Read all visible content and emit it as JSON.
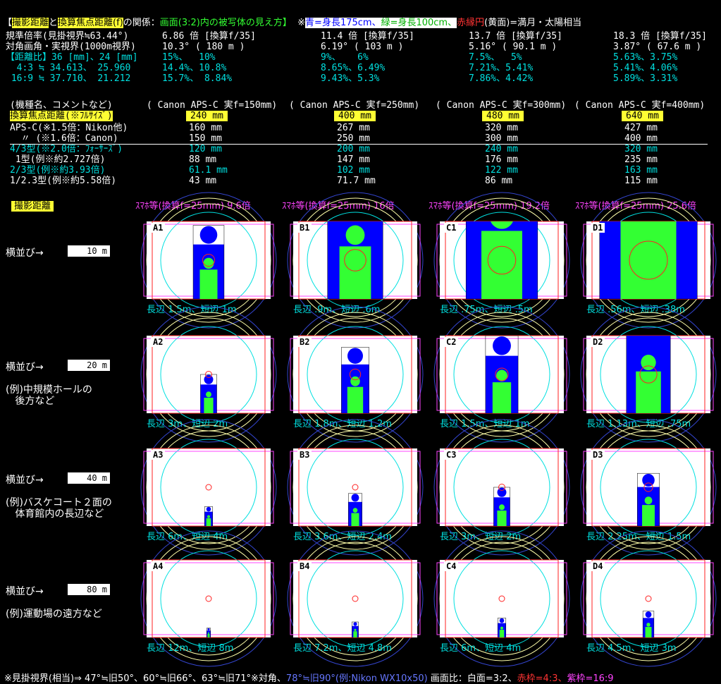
{
  "header": {
    "part1": "【",
    "shoot_dist": "撮影距離",
    "and": "と",
    "conv_focal": "換算焦点距離(f)",
    "rel": "の関係：",
    "note_green": "画面(3:2)内の被写体の見え方】",
    "ref": "※",
    "blue_note": "青=身長175cm、",
    "green_note": "緑=身長100cm、",
    "red_note": "赤縁円",
    "yellow_note": "(黄面)=満月・太陽相当"
  },
  "stats": {
    "rows": [
      {
        "label": "規準倍率(見掛視界≒63.44°)",
        "vals": [
          "6.86 倍 [換算f/35]",
          "11.4 倍 [換算f/35]",
          "13.7 倍 [換算f/35]",
          "18.3 倍 [換算f/35]"
        ]
      },
      {
        "label": "対角画角・実視界(1000m視界)",
        "vals": [
          "10.3° ( 180 m )",
          "6.19° ( 103 m )",
          "5.16° ( 90.1 m )",
          "3.87° ( 67.6 m )"
        ]
      },
      {
        "label": "【距離比】36 [mm]、24 [mm]",
        "vals": [
          "15%、  10%",
          "9%、   6%",
          "7.5%、  5%",
          "5.63%、3.75%"
        ]
      },
      {
        "label": "  4:3 ≒ 34.613、 25.960",
        "vals": [
          "14.4%、10.8%",
          "8.65%、6.49%",
          "7.21%、5.41%",
          "5.41%、4.06%"
        ]
      },
      {
        "label": " 16:9 ≒ 37.710、 21.212",
        "vals": [
          "15.7%、 8.84%",
          "9.43%、5.3%",
          "7.86%、4.42%",
          "5.89%、3.31%"
        ]
      }
    ]
  },
  "models": {
    "header_label": "(機種名、コメントなど)",
    "cols": [
      "( Canon APS-C 実f=150mm)",
      "( Canon APS-C 実f=250mm)",
      "( Canon APS-C 実f=300mm)",
      "( Canon APS-C 実f=400mm)"
    ],
    "conv_label": "換算焦点距離(※ﾌﾙｻｲｽﾞ)",
    "conv_vals": [
      "240 mm",
      "400 mm",
      "480 mm",
      "640 mm"
    ],
    "sensor_rows": [
      {
        "label": "APS-C(※1.5倍：Nikon他)",
        "vals": [
          "160 mm",
          "267 mm",
          "320 mm",
          "427 mm"
        ],
        "color": "white"
      },
      {
        "label": "  〃 (※1.6倍：Canon)",
        "vals": [
          "150 mm",
          "250 mm",
          "300 mm",
          "400 mm"
        ],
        "color": "white"
      },
      {
        "label": "4/3型(※2.0倍：ﾌｫｰｻｰｽﾞ)",
        "vals": [
          "120 mm",
          "200 mm",
          "240 mm",
          "320 mm"
        ],
        "color": "cyan"
      },
      {
        "label": " 1型(例※約2.727倍)",
        "vals": [
          "88 mm",
          "147 mm",
          "176 mm",
          "235 mm"
        ],
        "color": "white"
      },
      {
        "label": "2/3型(例※約3.93倍)",
        "vals": [
          "61.1 mm",
          "102 mm",
          "122 mm",
          "163 mm"
        ],
        "color": "cyan"
      },
      {
        "label": "1/2.3型(例※約5.58倍)",
        "vals": [
          "43 mm",
          "71.7 mm",
          "86 mm",
          "115 mm"
        ],
        "color": "white"
      }
    ]
  },
  "grid": {
    "shoot_label": "撮影距離",
    "col_heads": [
      "ｽﾏﾎ等(換算f=25mm) 9.6倍",
      "ｽﾏﾎ等(換算f=25mm) 16倍",
      "ｽﾏﾎ等(換算f=25mm) 19.2倍",
      "ｽﾏﾎ等(換算f=25mm) 25.6倍"
    ],
    "rows": [
      {
        "side": "横並び→",
        "dist": "10 m",
        "note1": "",
        "note2": "",
        "cells": [
          {
            "tag": "A1",
            "cap": "長辺 1.5m、短辺 1m"
          },
          {
            "tag": "B1",
            "cap": "長辺 .9m、短辺 .6m"
          },
          {
            "tag": "C1",
            "cap": "長辺 .75m、短辺 .5m"
          },
          {
            "tag": "D1",
            "cap": "長辺 .56m、短辺 .38m"
          }
        ]
      },
      {
        "side": "横並び→",
        "dist": "20 m",
        "note1": "(例)中規模ホールの",
        "note2": "   後方など",
        "cells": [
          {
            "tag": "A2",
            "cap": "長辺 3m、短辺 2m"
          },
          {
            "tag": "B2",
            "cap": "長辺 1.8m、短辺 1.2m"
          },
          {
            "tag": "C2",
            "cap": "長辺 1.5m、短辺 1m"
          },
          {
            "tag": "D2",
            "cap": "長辺 1.13m、短辺 .75m"
          }
        ]
      },
      {
        "side": "横並び→",
        "dist": "40 m",
        "note1": "(例)バスケコート２面の",
        "note2": "   体育館内の長辺など",
        "cells": [
          {
            "tag": "A3",
            "cap": "長辺 6m、短辺 4m"
          },
          {
            "tag": "B3",
            "cap": "長辺 3.6m、短辺 2.4m"
          },
          {
            "tag": "C3",
            "cap": "長辺 3m、短辺 2m"
          },
          {
            "tag": "D3",
            "cap": "長辺 2.25m、短辺 1.5m"
          }
        ]
      },
      {
        "side": "横並び→",
        "dist": "80 m",
        "note1": "(例)運動場の遠方など",
        "note2": "",
        "cells": [
          {
            "tag": "A4",
            "cap": "長辺 12m、短辺 8m"
          },
          {
            "tag": "B4",
            "cap": "長辺 7.2m、短辺 4.8m"
          },
          {
            "tag": "C4",
            "cap": "長辺 6m、短辺 4m"
          },
          {
            "tag": "D4",
            "cap": "長辺 4.5m、短辺 3m"
          }
        ]
      }
    ]
  },
  "footer": {
    "part1": "※見掛視界(相当)⇒ 47°≒旧50°、60°≒旧66°、63°≒旧71°※対角、",
    "part2": "78°≒旧90°(例:Nikon WX10x50)",
    "part3": " 画面比：白面=3:2、",
    "part4": "赤枠=4:3、",
    "part5": "紫枠=16:9"
  },
  "colors": {
    "blue": "#0000ff",
    "green": "#33ff33",
    "red": "#ff2222",
    "yellow": "#ffff33",
    "cyan": "#00e0e0",
    "magenta": "#ff44ff"
  }
}
